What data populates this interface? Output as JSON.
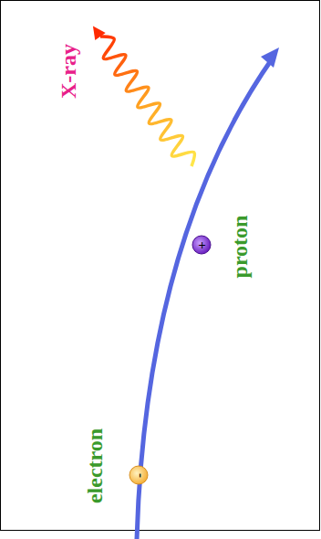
{
  "diagram": {
    "labels": [
      "X-ray",
      "proton",
      "electron",
      "+",
      "-"
    ]
  }
}
